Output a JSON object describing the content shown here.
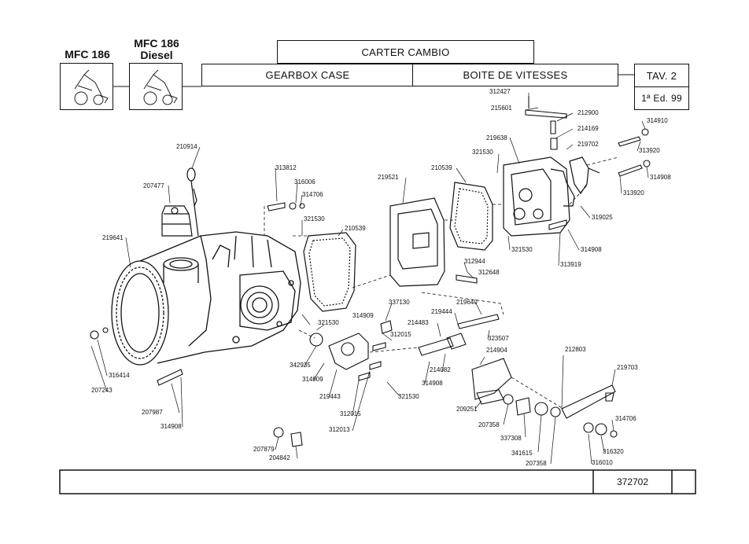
{
  "header": {
    "models": [
      {
        "name": "MFC 186",
        "variant": ""
      },
      {
        "name": "MFC 186",
        "variant": "Diesel"
      }
    ],
    "title_it": "CARTER CAMBIO",
    "title_en": "GEARBOX CASE",
    "title_fr": "BOITE DE VITESSES",
    "table": "TAV. 2",
    "edition": "1ª Ed. 99"
  },
  "footer": {
    "code": "372702"
  },
  "part_labels": [
    "312427",
    "215601",
    "212900",
    "214169",
    "219702",
    "314910",
    "313920",
    "314908",
    "313920",
    "219638",
    "321530",
    "210539",
    "219521",
    "319025",
    "314908",
    "313919",
    "321530",
    "210914",
    "207477",
    "313812",
    "316006",
    "314706",
    "321530",
    "210539",
    "219641",
    "312944",
    "312648",
    "337130",
    "219640",
    "219444",
    "214483",
    "323507",
    "314909",
    "342935",
    "321530",
    "312015",
    "214904",
    "314909",
    "219443",
    "214082",
    "314908",
    "321530",
    "212803",
    "219703",
    "316414",
    "207243",
    "207987",
    "314908",
    "209251",
    "207358",
    "312015",
    "312013",
    "314706",
    "337308",
    "316320",
    "341615",
    "207358",
    "316010",
    "207879",
    "204842"
  ]
}
